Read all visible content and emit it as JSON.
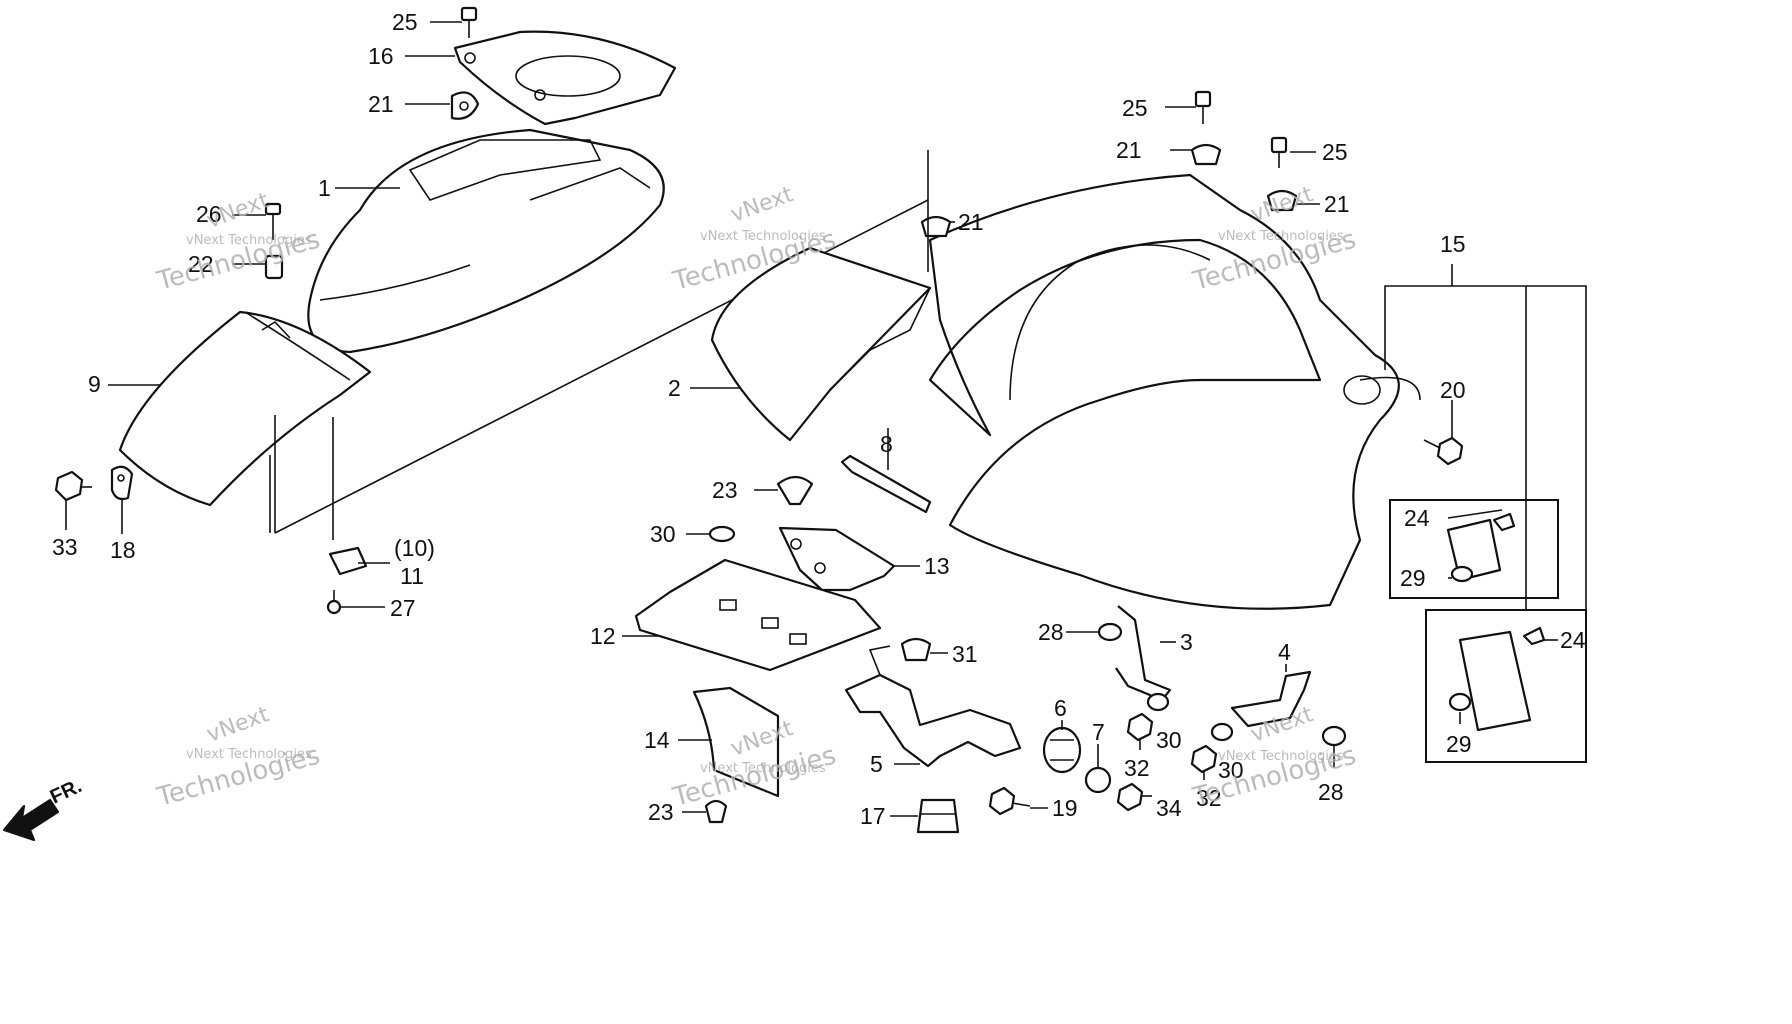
{
  "callouts": {
    "c1": "1",
    "c2": "2",
    "c3": "3",
    "c4": "4",
    "c5": "5",
    "c6": "6",
    "c7": "7",
    "c8": "8",
    "c9": "9",
    "c10": "(10)",
    "c11": "11",
    "c12": "12",
    "c13": "13",
    "c14": "14",
    "c15": "15",
    "c16": "16",
    "c17": "17",
    "c18": "18",
    "c19": "19",
    "c20": "20",
    "c21a": "21",
    "c21b": "21",
    "c21c": "21",
    "c21d": "21",
    "c22": "22",
    "c23a": "23",
    "c23b": "23",
    "c24a": "24",
    "c24b": "24",
    "c25a": "25",
    "c25b": "25",
    "c25c": "25",
    "c26": "26",
    "c27": "27",
    "c28a": "28",
    "c28b": "28",
    "c29a": "29",
    "c29b": "29",
    "c30a": "30",
    "c30b": "30",
    "c30c": "30",
    "c31": "31",
    "c32a": "32",
    "c32b": "32",
    "c33": "33",
    "c34": "34"
  },
  "direction_label": "FR.",
  "watermark": {
    "line1": "vNext Technologies",
    "line2": "vNext",
    "line3": "Technologies"
  }
}
